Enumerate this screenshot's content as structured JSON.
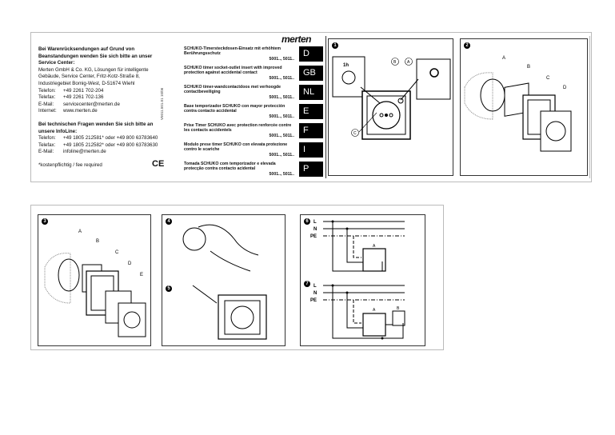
{
  "contact": {
    "heading": "Bei Warenrücksendungen auf Grund von Beanstandungen wenden Sie sich bitte an unser Service Center:",
    "address": [
      "Merten GmbH & Co. KG, Lösungen für intelligente",
      "Gebäude, Service Center, Fritz-Kotz-Straße 8,",
      "Industriegebiet Bomig-West, D-51674 Wiehl"
    ],
    "rows": [
      {
        "k": "Telefon:",
        "v": "+49 2261 702-204"
      },
      {
        "k": "Telefax:",
        "v": "+49 2261 702-136"
      },
      {
        "k": "E-Mail:",
        "v": "servicecenter@merten.de"
      },
      {
        "k": "Internet:",
        "v": "www.merten.de"
      }
    ],
    "infoline_heading": "Bei technischen Fragen wenden Sie sich bitte an unsere InfoLine:",
    "infoline_rows": [
      {
        "k": "Telefon:",
        "v": "+49 1805 212581* oder +49 800 63783640"
      },
      {
        "k": "Telefax:",
        "v": "+49 1805 212582* oder +49 800 63783630"
      },
      {
        "k": "E-Mail:",
        "v": "infoline@merten.de"
      }
    ],
    "footnote": "*kostenpflichtig / fee required",
    "version": "V5011.501.01   10/06",
    "ce": "CE"
  },
  "brand": "merten",
  "languages": [
    {
      "title": "SCHUKO-Timersteckdosen-Einsatz mit erhöhtem Berührungsschutz",
      "numbers": "5001.., 5011..",
      "code": "D"
    },
    {
      "title": "SCHUKO timer socket-outlet insert with improved protection against accidental contact",
      "numbers": "5001.., 5011..",
      "code": "GB"
    },
    {
      "title": "SCHUKO timer-wandcontactdoos met verhoogde contactbeveiliging",
      "numbers": "5001.., 5011..",
      "code": "NL"
    },
    {
      "title": "Base temporizador SCHUKO con mayor protección contra contacto accidental",
      "numbers": "5001.., 5011..",
      "code": "E"
    },
    {
      "title": "Prise Timer SCHUKO avec protection renforcée contre les contacts accidentels",
      "numbers": "5001.., 5011..",
      "code": "F"
    },
    {
      "title": "Modulo prese timer SCHUKO con elevata protezione contro le scariche",
      "numbers": "5001.., 5011..",
      "code": "I"
    },
    {
      "title": "Tomada SCHUKO com temporizador e elevada protecção contra contacto acidental",
      "numbers": "5001.., 5011..",
      "code": "P"
    }
  ],
  "figures": {
    "steps": [
      "1",
      "2",
      "3",
      "4",
      "5",
      "6",
      "7"
    ],
    "fig1": {
      "labels": [
        "A",
        "B",
        "C"
      ],
      "dial": "1h"
    },
    "fig2": {
      "labels": [
        "A",
        "B",
        "C",
        "D"
      ]
    },
    "fig3": {
      "labels": [
        "A",
        "B",
        "C",
        "D",
        "E"
      ]
    },
    "wiring": {
      "lines": [
        "L",
        "N",
        "PE"
      ],
      "device_a": "A",
      "device_b": "B"
    }
  }
}
